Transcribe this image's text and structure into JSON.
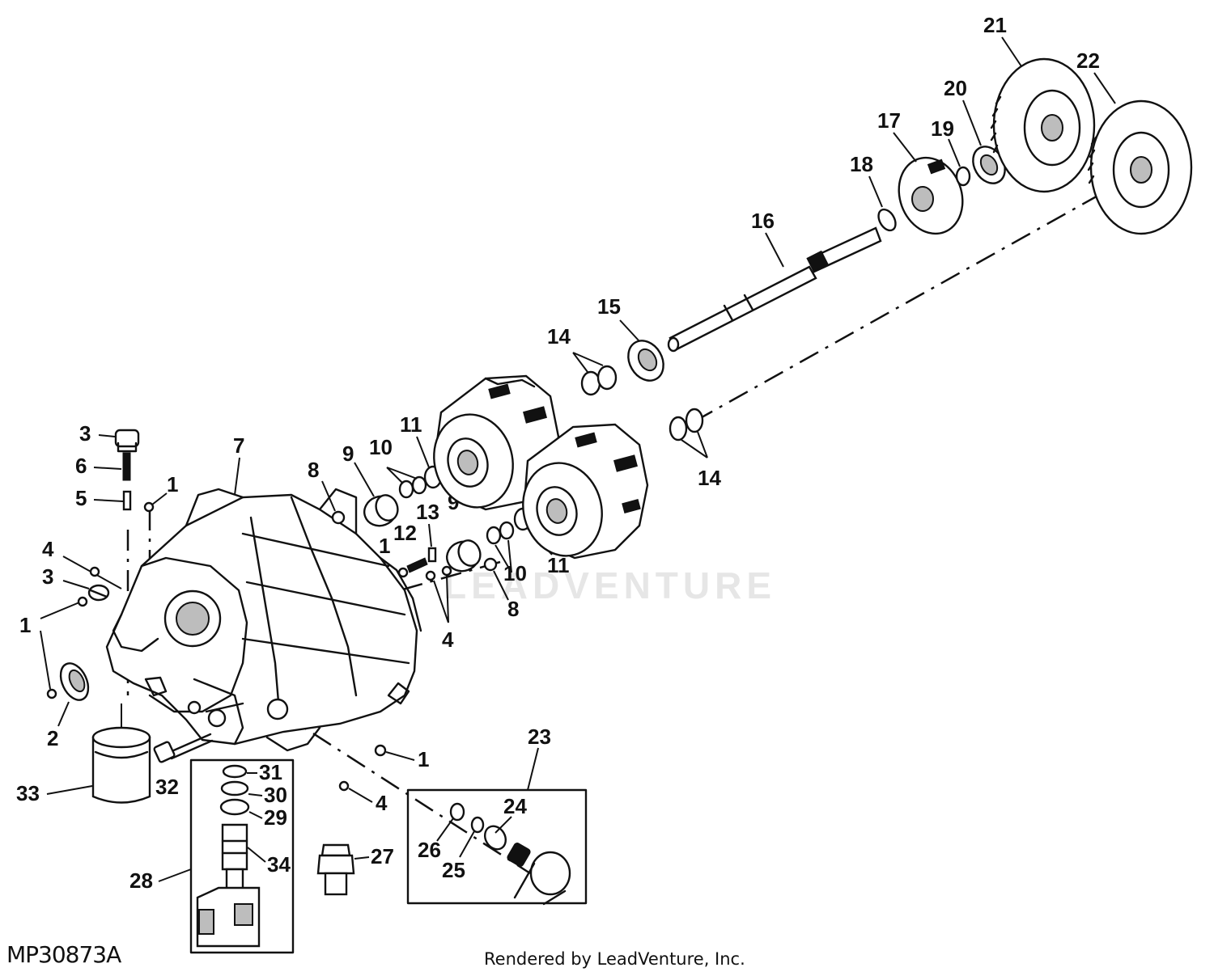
{
  "watermark": "LEADVENTURE",
  "figure_id": "MP30873A",
  "render_credit": "Rendered by LeadVenture, Inc.",
  "callouts": {
    "c1a": "1",
    "c1b": "1",
    "c1c": "1",
    "c1d": "1",
    "c2": "2",
    "c3a": "3",
    "c3b": "3",
    "c4a": "4",
    "c4b": "4",
    "c4c": "4",
    "c5": "5",
    "c6": "6",
    "c7": "7",
    "c8a": "8",
    "c8b": "8",
    "c9a": "9",
    "c9b": "9",
    "c10a": "10",
    "c10b": "10",
    "c11a": "11",
    "c11b": "11",
    "c12": "12",
    "c13": "13",
    "c14a": "14",
    "c14b": "14",
    "c15": "15",
    "c16": "16",
    "c17": "17",
    "c18": "18",
    "c19": "19",
    "c20": "20",
    "c21": "21",
    "c22": "22",
    "c23": "23",
    "c24": "24",
    "c25": "25",
    "c26": "26",
    "c27": "27",
    "c28": "28",
    "c29": "29",
    "c30": "30",
    "c31": "31",
    "c32": "32",
    "c33": "33",
    "c34": "34"
  }
}
